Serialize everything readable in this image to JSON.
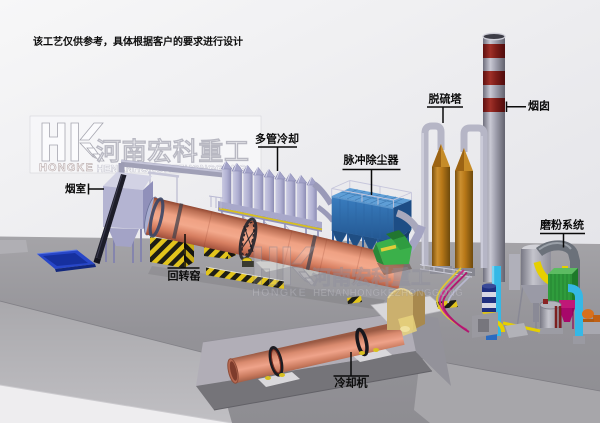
{
  "disclaimer": "该工艺仅供参考，具体根据客户的要求进行设计",
  "brand": {
    "acronym": "HK",
    "name_en": "HONGKE",
    "name_cn": "河南宏科重工",
    "name_romanized": "HENANHONGKEZHONGGONG"
  },
  "equipment_labels": {
    "smoke_chamber": "烟室",
    "multi_tube_cooler": "多管冷却",
    "pulse_dust_collector": "脉冲除尘器",
    "desulfurization_tower": "脱硫塔",
    "chimney": "烟囱",
    "grinding_system": "磨粉系统",
    "rotary_kiln": "回转窑",
    "cooler": "冷却机"
  },
  "colors": {
    "kiln_salmon": "#ef9b7d",
    "collector_blue": "#2a66a8",
    "tower_copper": "#b06f18",
    "chimney_band_red": "#7e1818",
    "hood_green": "#3bb04a",
    "mill_magenta": "#c01878",
    "duct_cyan": "#38b8e8",
    "hazard_yellow": "#e8c81e",
    "platform_gray": "#969599",
    "pit_blue": "#1a3fc0",
    "equipment_lavender": "#b2b2d4"
  },
  "diagram": {
    "type": "3d-process-flow",
    "subject": "rotary kiln production line",
    "flow_order": [
      "烟室",
      "回转窑",
      "多管冷却",
      "脉冲除尘器",
      "脱硫塔",
      "烟囱",
      "冷却机",
      "磨粉系统"
    ]
  }
}
